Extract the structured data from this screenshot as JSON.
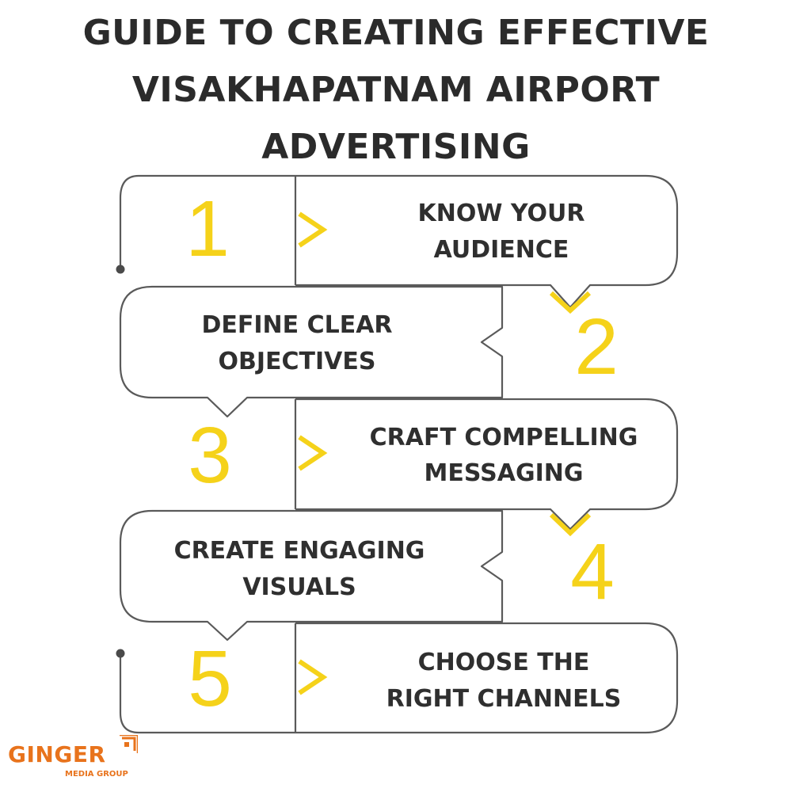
{
  "title_lines": [
    "GUIDE TO CREATING EFFECTIVE",
    "VISAKHAPATNAM AIRPORT",
    "ADVERTISING"
  ],
  "steps": [
    {
      "number": "1",
      "lines": [
        "KNOW YOUR",
        "AUDIENCE"
      ]
    },
    {
      "number": "2",
      "lines": [
        "DEFINE CLEAR",
        "OBJECTIVES"
      ]
    },
    {
      "number": "3",
      "lines": [
        "CRAFT COMPELLING",
        "MESSAGING"
      ]
    },
    {
      "number": "4",
      "lines": [
        "CREATE ENGAGING",
        "VISUALS"
      ]
    },
    {
      "number": "5",
      "lines": [
        "CHOOSE THE",
        "RIGHT CHANNELS"
      ]
    }
  ],
  "logo": {
    "word": "GINGER",
    "sub": "MEDIA GROUP"
  },
  "colors": {
    "accent": "#f5d21a",
    "outline": "#555555",
    "text": "#2f2f2f",
    "brand": "#e8731c"
  }
}
